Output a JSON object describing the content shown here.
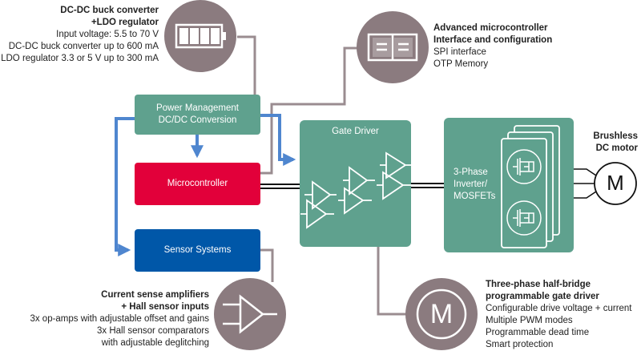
{
  "colors": {
    "teal": "#5fa18e",
    "red": "#e2003a",
    "blue": "#0057a8",
    "arrow_blue": "#4f86cf",
    "mauve": "#8b7b7f",
    "line_gray": "#9a8c90"
  },
  "callouts": {
    "power": {
      "title_lines": [
        "DC-DC buck converter",
        "+LDO regulator"
      ],
      "lines": [
        "Input voltage: 5.5 to 70 V",
        "DC-DC buck converter up to 600 mA",
        "LDO regulator 3.3 or 5 V up to 300 mA"
      ],
      "icon": "battery-icon"
    },
    "mcu_interface": {
      "title_lines": [
        "Advanced microcontroller",
        "Interface and configuration"
      ],
      "lines": [
        "SPI interface",
        "OTP Memory"
      ],
      "icon": "memory-chip-icon"
    },
    "sensor": {
      "title_lines": [
        "Current sense amplifiers",
        "+ Hall sensor inputs"
      ],
      "lines": [
        "3x op-amps with adjustable offset and gains",
        "3x  Hall sensor comparators",
        "with adjustable deglitching"
      ],
      "icon": "op-amp-icon"
    },
    "gate_driver": {
      "title_lines": [
        "Three-phase half-bridge",
        "programmable gate driver"
      ],
      "lines": [
        "Configurable drive voltage + current",
        "Multiple PWM modes",
        "Programmable dead time",
        "Smart protection"
      ],
      "icon": "motor-icon"
    }
  },
  "blocks": {
    "power_management": [
      "Power Management",
      "DC/DC Conversion"
    ],
    "microcontroller": "Microcontroller",
    "sensor_systems": "Sensor Systems",
    "gate_driver": "Gate Driver",
    "inverter": [
      "3-Phase",
      "Inverter/",
      "MOSFETs"
    ]
  },
  "motor": {
    "label_lines": [
      "Brushless",
      "DC motor"
    ],
    "symbol": "M"
  }
}
